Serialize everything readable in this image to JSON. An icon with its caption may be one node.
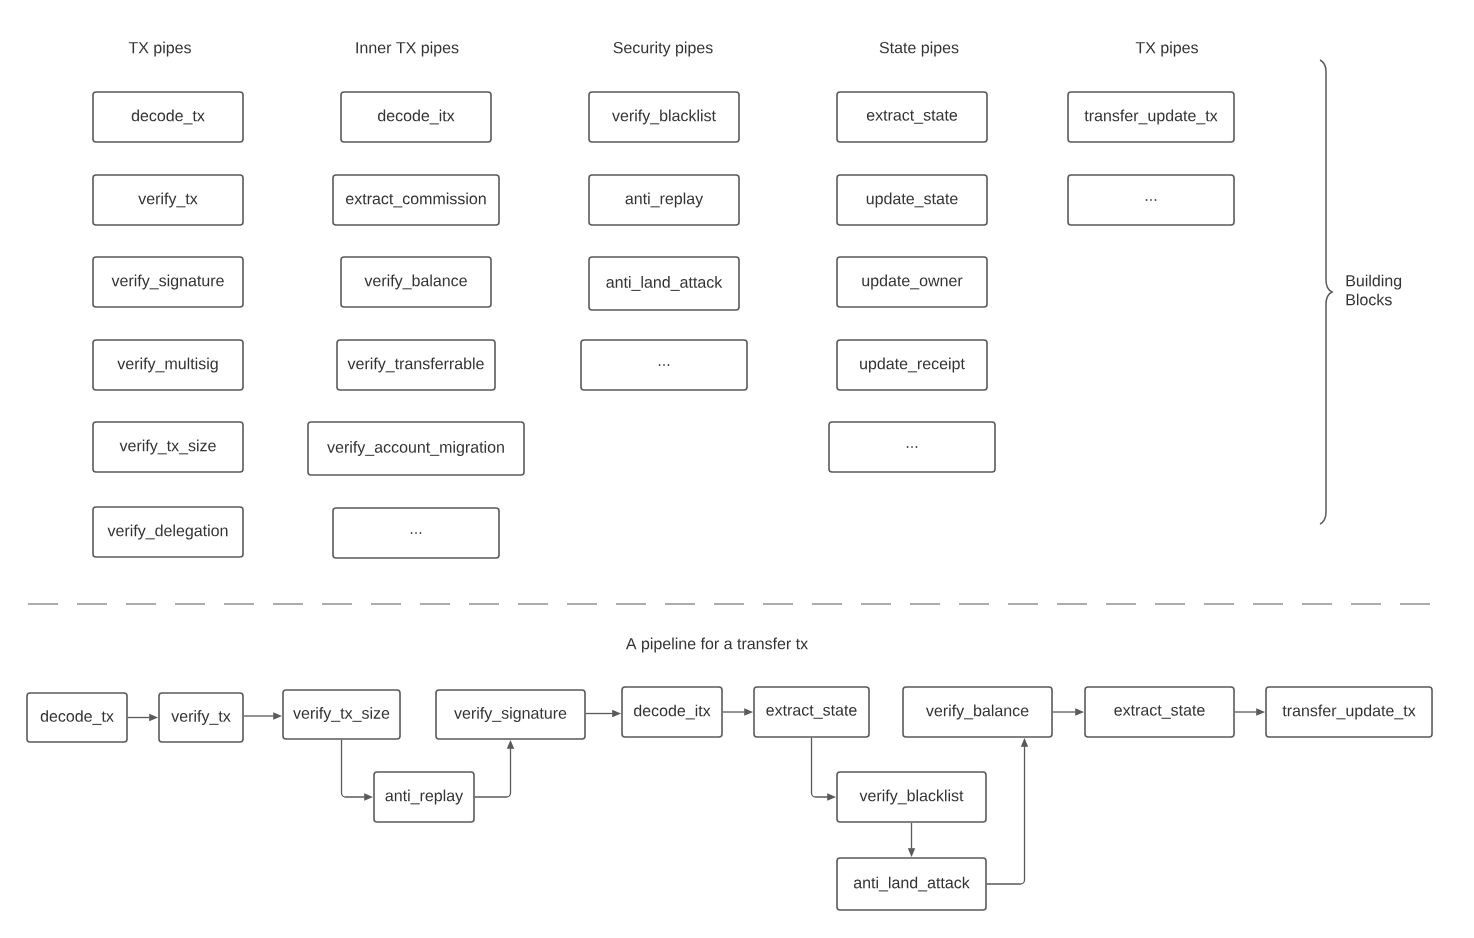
{
  "diagram": {
    "nodes": [
      {
        "text": [
          "decode_tx"
        ]
      },
      {
        "text": [
          "verify_tx"
        ]
      },
      {
        "text": [
          "verify_signature"
        ]
      },
      {
        "text": [
          "verify_multisig"
        ]
      },
      {
        "text": [
          "verify_tx_size"
        ]
      },
      {
        "text": [
          "verify_delegation"
        ]
      },
      {
        "text": [
          "decode_itx"
        ]
      },
      {
        "text": [
          "extract_commission"
        ]
      },
      {
        "text": [
          "verify_balance"
        ]
      },
      {
        "text": [
          "verify_transferrable"
        ]
      },
      {
        "text": [
          "verify_account_migration"
        ]
      },
      {
        "text": [
          "..."
        ]
      },
      {
        "text": [
          "verify_blacklist"
        ]
      },
      {
        "text": [
          "anti_replay"
        ]
      },
      {
        "text": [
          "anti_land_attack"
        ]
      },
      {
        "text": [
          "..."
        ]
      },
      {
        "text": [
          "extract_state"
        ]
      },
      {
        "text": [
          "update_state"
        ]
      },
      {
        "text": [
          "update_owner"
        ]
      },
      {
        "text": [
          "update_receipt"
        ]
      },
      {
        "text": [
          "..."
        ]
      },
      {
        "text": [
          "transfer_update_tx"
        ]
      },
      {
        "text": [
          "..."
        ]
      },
      {
        "text": [
          "decode_tx"
        ]
      },
      {
        "text": [
          "verify_tx"
        ]
      },
      {
        "text": [
          "verify_tx_size"
        ]
      },
      {
        "text": [
          "anti_replay"
        ]
      },
      {
        "text": [
          "verify_signature"
        ]
      },
      {
        "text": [
          "decode_itx"
        ]
      },
      {
        "text": [
          "extract_state"
        ]
      },
      {
        "text": [
          "verify_blacklist"
        ]
      },
      {
        "text": [
          "anti_land_attack"
        ]
      },
      {
        "text": [
          "verify_balance"
        ]
      },
      {
        "text": [
          "extract_state"
        ]
      },
      {
        "text": [
          "transfer_update_tx"
        ]
      }
    ],
    "edges": [
      {
        "from": 23,
        "to": 24,
        "arrow": "to"
      },
      {
        "from": 24,
        "to": 25,
        "arrow": "to"
      },
      {
        "from": 25,
        "to": 26,
        "arrow": "to"
      },
      {
        "from": 26,
        "to": 27,
        "arrow": "to"
      },
      {
        "from": 27,
        "to": 28,
        "arrow": "to"
      },
      {
        "from": 28,
        "to": 29,
        "arrow": "to"
      },
      {
        "from": 29,
        "to": 30,
        "arrow": "to"
      },
      {
        "from": 30,
        "to": 31,
        "arrow": "to"
      },
      {
        "from": 31,
        "to": 32,
        "arrow": "to"
      },
      {
        "from": 32,
        "to": 33,
        "arrow": "to"
      },
      {
        "from": 33,
        "to": 34,
        "arrow": "to"
      }
    ],
    "labels": [
      "TX pipes",
      "Inner TX pipes",
      "Security pipes",
      "State pipes",
      "TX pipes",
      "Building Blocks",
      "A pipeline for a transfer tx"
    ]
  }
}
